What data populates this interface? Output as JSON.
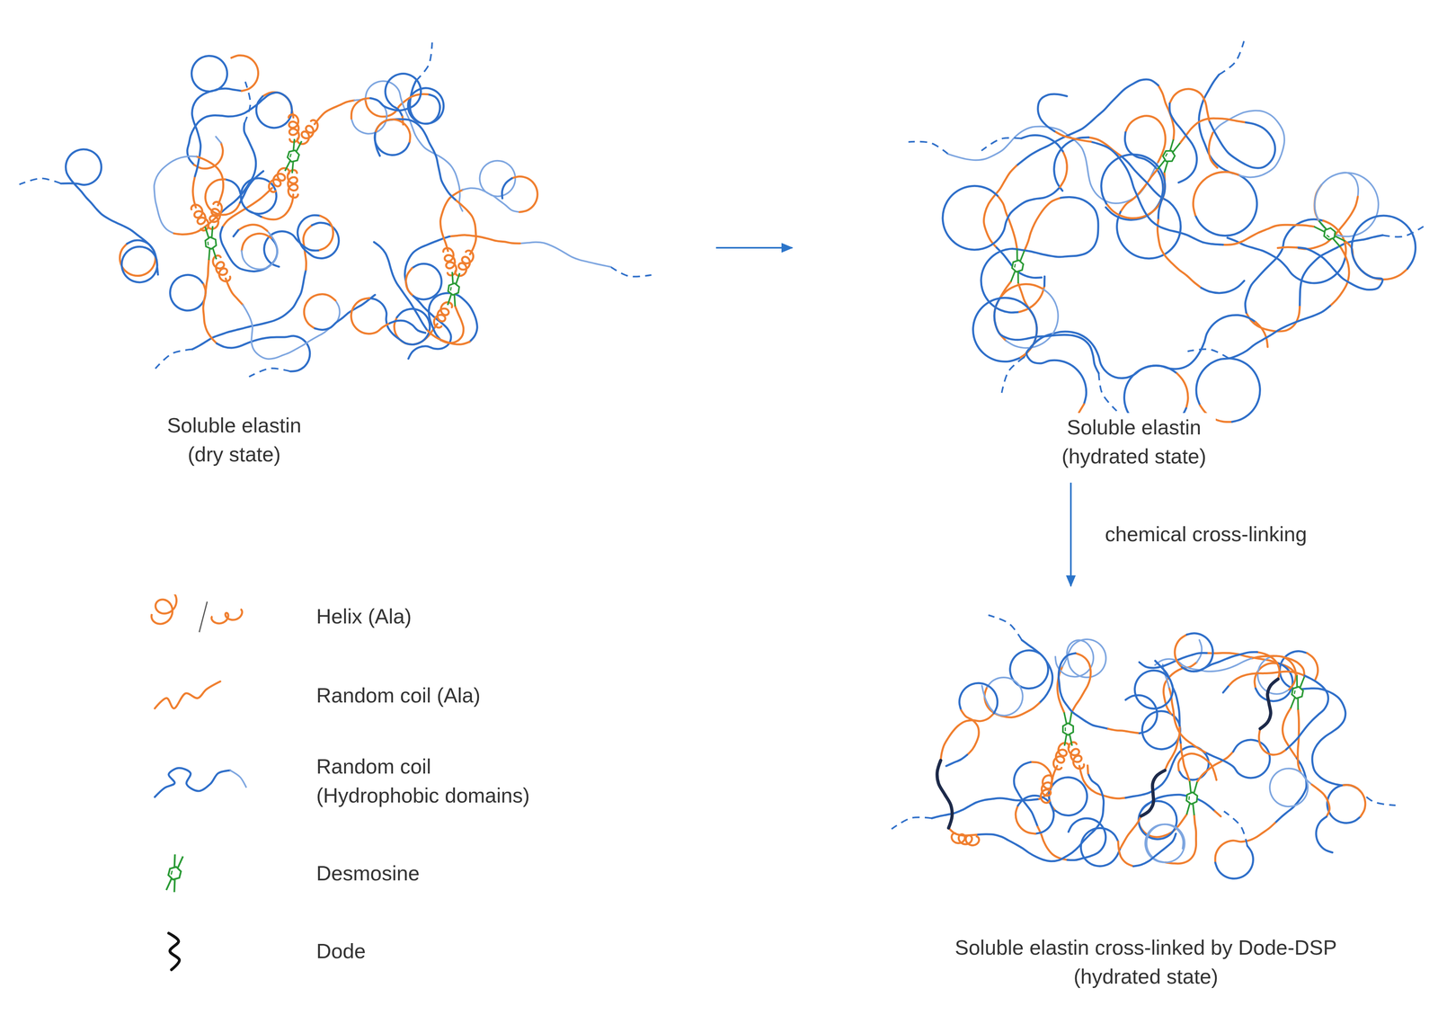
{
  "diagram": {
    "nodes": [
      {
        "text": [
          "Soluble elastin (dry state)"
        ]
      },
      {
        "text": [
          "Soluble elastin (hydrated state)"
        ]
      },
      {
        "text": [
          "Soluble elastin cross-linked by Dode-DSP (hydrated state)"
        ]
      }
    ],
    "edges": [
      {
        "from": 0,
        "to": 1,
        "arrow": "to"
      },
      {
        "from": 1,
        "to": 2,
        "arrow": "to",
        "label": "chemical cross-linking"
      }
    ],
    "legend": [
      {
        "text": "Helix (Ala)"
      },
      {
        "text": "Random coil (Ala)"
      },
      {
        "text": "Random coil (Hydrophobic domains)"
      },
      {
        "text": "Desmosine"
      },
      {
        "text": "Dode"
      }
    ]
  }
}
